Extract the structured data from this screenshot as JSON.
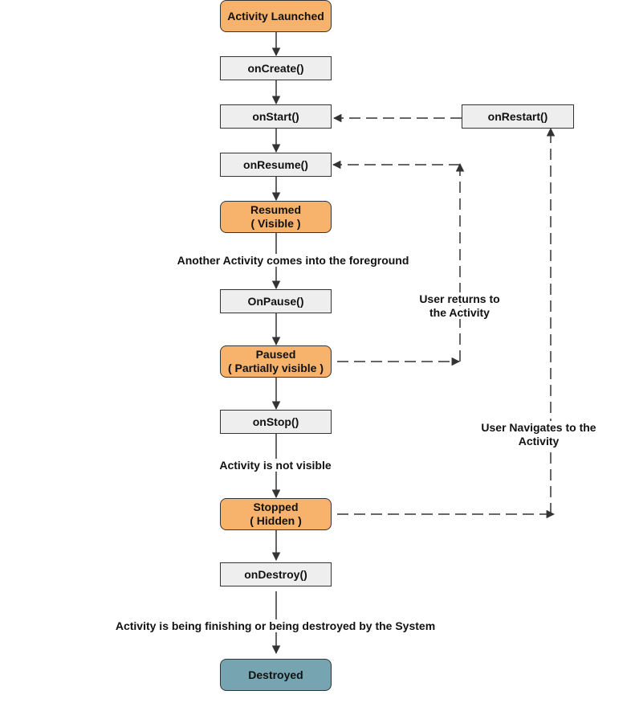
{
  "nodes": {
    "activity_launched": "Activity Launched",
    "on_create": "onCreate()",
    "on_start": "onStart()",
    "on_restart": "onRestart()",
    "on_resume": "onResume()",
    "resumed": {
      "line1": "Resumed",
      "line2": "( Visible )"
    },
    "on_pause": "OnPause()",
    "paused": {
      "line1": "Paused",
      "line2": "( Partially visible )"
    },
    "on_stop": "onStop()",
    "stopped": {
      "line1": "Stopped",
      "line2": "( Hidden )"
    },
    "on_destroy": "onDestroy()",
    "destroyed": "Destroyed"
  },
  "edge_labels": {
    "foreground": "Another Activity comes into the foreground",
    "user_returns": {
      "line1": "User returns to",
      "line2": "the Activity"
    },
    "not_visible": "Activity is not visible",
    "user_navigates": {
      "line1": "User Navigates to the",
      "line2": "Activity"
    },
    "destroying": "Activity is being finishing or being destroyed by the System"
  },
  "colors": {
    "state_fill": "#f7b26b",
    "method_fill": "#eeeeee",
    "destroyed_fill": "#76a5b1",
    "line": "#333333"
  }
}
